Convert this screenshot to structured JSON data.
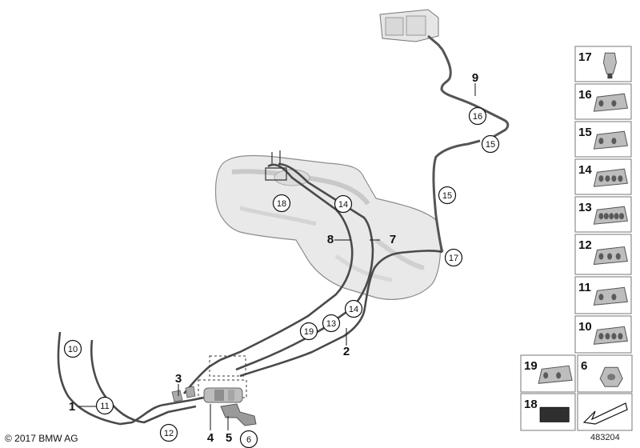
{
  "footer": {
    "copyright": "© 2017 BMW AG",
    "diagram_number": "483204"
  },
  "part_labels": [
    {
      "id": "p1",
      "text": "1",
      "circled": false
    },
    {
      "id": "p2",
      "text": "2",
      "circled": false
    },
    {
      "id": "p3",
      "text": "3",
      "circled": false
    },
    {
      "id": "p4",
      "text": "4",
      "circled": false
    },
    {
      "id": "p5",
      "text": "5",
      "circled": false
    },
    {
      "id": "p6",
      "text": "6",
      "circled": true
    },
    {
      "id": "p7",
      "text": "7",
      "circled": false
    },
    {
      "id": "p8",
      "text": "8",
      "circled": false
    },
    {
      "id": "p9",
      "text": "9",
      "circled": false
    },
    {
      "id": "p10",
      "text": "10",
      "circled": true
    },
    {
      "id": "p11",
      "text": "11",
      "circled": true
    },
    {
      "id": "p12",
      "text": "12",
      "circled": true
    },
    {
      "id": "p13",
      "text": "13",
      "circled": true
    },
    {
      "id": "p14a",
      "text": "14",
      "circled": true
    },
    {
      "id": "p14b",
      "text": "14",
      "circled": true
    },
    {
      "id": "p15a",
      "text": "15",
      "circled": true
    },
    {
      "id": "p15b",
      "text": "15",
      "circled": true
    },
    {
      "id": "p16",
      "text": "16",
      "circled": true
    },
    {
      "id": "p17",
      "text": "17",
      "circled": true
    },
    {
      "id": "p18",
      "text": "18",
      "circled": true
    },
    {
      "id": "p19",
      "text": "19",
      "circled": true
    }
  ],
  "parts_panel": [
    {
      "id": "c17",
      "number": "17",
      "icon": "push-clip-icon"
    },
    {
      "id": "c16",
      "number": "16",
      "icon": "bracket-clip-icon"
    },
    {
      "id": "c15",
      "number": "15",
      "icon": "double-clip-icon"
    },
    {
      "id": "c14",
      "number": "14",
      "icon": "quad-clip-icon"
    },
    {
      "id": "c13",
      "number": "13",
      "icon": "ribbed-clip-icon"
    },
    {
      "id": "c12",
      "number": "12",
      "icon": "stacked-clip-icon"
    },
    {
      "id": "c11",
      "number": "11",
      "icon": "round-clip-icon"
    },
    {
      "id": "c10",
      "number": "10",
      "icon": "multi-clip-icon"
    },
    {
      "id": "c19",
      "number": "19",
      "icon": "twin-clip-icon"
    },
    {
      "id": "c6",
      "number": "6",
      "icon": "nut-icon"
    },
    {
      "id": "c18",
      "number": "18",
      "icon": "foam-pad-icon"
    },
    {
      "id": "carrow",
      "number": "",
      "icon": "arrow-icon"
    }
  ]
}
